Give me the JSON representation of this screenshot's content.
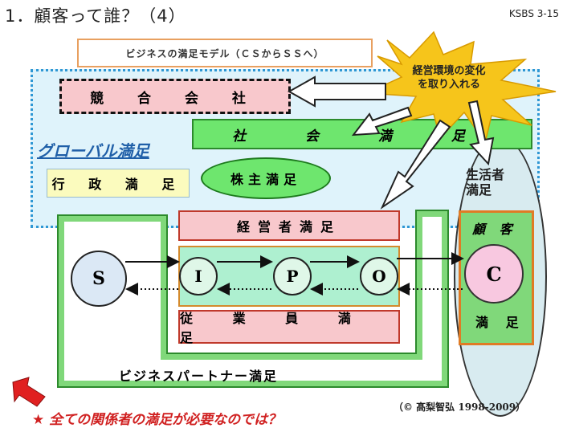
{
  "slide": {
    "title": "1．顧客って誰？（4）",
    "code": "KSBS 3-15"
  },
  "model_title": "ビジネスの満足モデル（ＣＳからＳＳへ）",
  "global": {
    "label": "グローバル満足"
  },
  "boxes": {
    "competitor": "競 合 会 社",
    "social": "社 会 満 足",
    "government": "行 政 満 足",
    "shareholder": "株主満足",
    "management": "経営者満足",
    "employee": "従 業 員 満 足",
    "life": "生活者\n満足",
    "customer_title": "顧 客",
    "customer_foot": "満 足",
    "partner": "ビジネスパートナー満足"
  },
  "nodes": {
    "s": "S",
    "i": "I",
    "p": "P",
    "o": "O",
    "c": "C"
  },
  "burst": {
    "text": "経営環境の変化\nを取り入れる"
  },
  "footer": {
    "star": "★",
    "question": "全ての関係者の満足が必要なのでは？",
    "copyright": "（© 髙梨智弘 1998-2009）"
  },
  "colors": {
    "global_border": "#2e97d4",
    "pink": "#f8c8cc",
    "green": "#6ee66e",
    "burst": "#f6c51b"
  }
}
